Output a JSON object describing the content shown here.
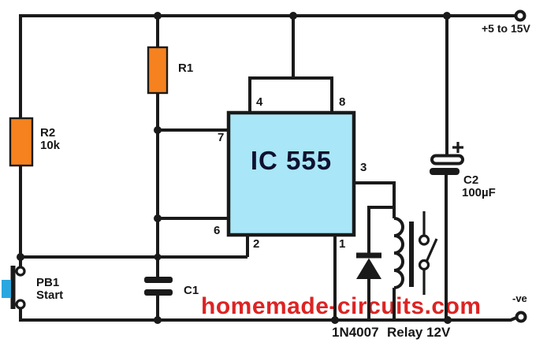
{
  "figure": {
    "type": "circuit-schematic",
    "subject": "IC 555 push-button relay timer circuit"
  },
  "labels": {
    "supply_positive": "+5 to 15V",
    "supply_negative": "-ve",
    "r1": "R1",
    "r2": "R2",
    "r2_value": "10k",
    "pb1": "PB1",
    "pb1_action": "Start",
    "c1": "C1",
    "c2": "C2",
    "c2_value": "100µF",
    "ic": "IC 555",
    "diode": "1N4007",
    "relay": "Relay 12V",
    "watermark": "homemade-circuits.com"
  },
  "pins": {
    "p1": "1",
    "p2": "2",
    "p3": "3",
    "p4": "4",
    "p6": "6",
    "p7": "7",
    "p8": "8"
  },
  "colors": {
    "wire": "#1a1a1a",
    "resistor_fill": "#f5821f",
    "ic_fill": "#a9e6f7",
    "button_fill": "#2aa7df",
    "watermark_red": "#dd2323",
    "background": "#ffffff"
  }
}
